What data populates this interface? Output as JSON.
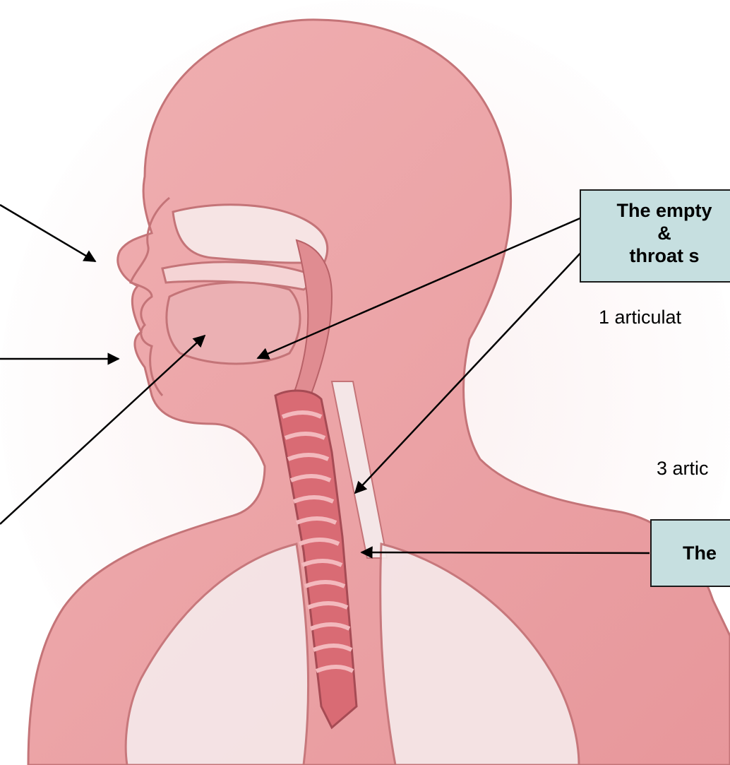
{
  "callouts": {
    "empty_space": {
      "line1": "The empty",
      "line2": "&",
      "line3": "throat s"
    },
    "lower": {
      "text": "The"
    }
  },
  "notes": {
    "note1": "1 articulat",
    "note3": "3 artic"
  },
  "colors": {
    "skin": "#eca4a6",
    "skin_dark": "#d97d82",
    "callout_fill": "#c6dfe0",
    "arrow": "#000000"
  }
}
